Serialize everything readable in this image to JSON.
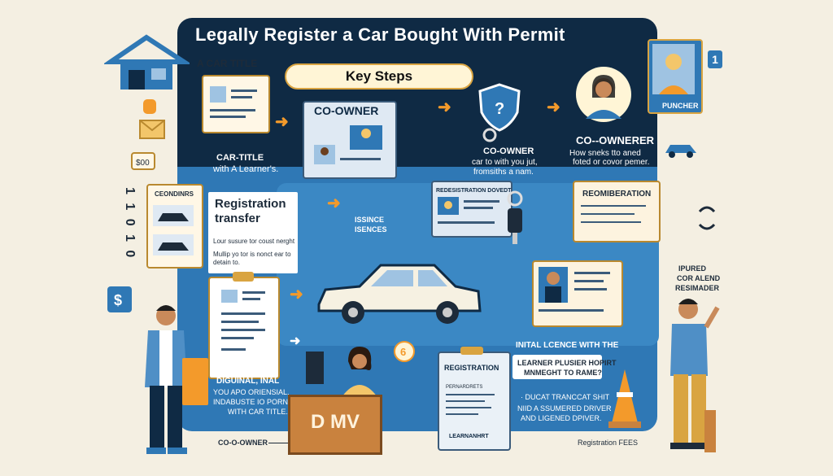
{
  "title": "Legally Register a Car Bought With Permit",
  "subtitle": "Key Steps",
  "labels": {
    "car_title_header": "A CAR TITLE",
    "car_title_caption_1": "CAR-TITLE",
    "car_title_caption_2": "with A Learner's.",
    "co_owner_card": "CO-OWNER",
    "co_owner_caption_1": "CO-OWNER",
    "co_owner_caption_2": "car to with you jut,",
    "co_owner_caption_3": "fromsiths a nam.",
    "co_ownerer_title": "CO--OWNERER",
    "co_ownerer_text_1": "How sneks tto aned",
    "co_ownerer_text_2": "foted or covor pemer.",
    "puncher": "PUNCHER",
    "number_one": "1",
    "conditions_card": "CEONDINRS",
    "registration_transfer_1": "Registration",
    "registration_transfer_2": "transfer",
    "reg_transfer_text_1": "Lour susure tor coust nerght",
    "reg_transfer_text_2": "Mullip yo tor is nonct ear to",
    "reg_transfer_text_3": "detain to.",
    "issince_1": "ISSINCE",
    "issince_2": "ISENCES",
    "reg_doc_card": "REDESISTRATION DOVEDT",
    "reimbursement": "REOMIBERATION",
    "insured_1": "IPURED",
    "insured_2": "COR ALEND",
    "insured_3": "RESIMADER",
    "original_1": "DIGUINAL, INAL",
    "original_2": "YOU APO ORIENSIAL,",
    "original_3": "INDABUSTE IO PORNI",
    "original_4": "WITH CAR TITLE.",
    "registration_clip": "REGISTRATION",
    "registration_clip_sub": "PERNARDRETS",
    "learner_card": "LEARNANHRT",
    "initial_licence": "INITAL LCENCE WITH THE",
    "learner_permit_1": "LEARNER PLUSIER HOPIRT",
    "learner_permit_2": "MNMEGHT TO RAME?",
    "ducat_1": "· DUCAT TRANCCAT SHIT",
    "ducat_2": "NIID A SSUMERED DRIVER",
    "ducat_3": "AND LIGENED DPIVER.",
    "dmv": "D MV",
    "co_owner_bottom": "CO-O-OWNER",
    "registration_fees": "Registration FEES",
    "side_digits": "1 1 0 1 0"
  },
  "colors": {
    "background": "#f4efe2",
    "dark_navy": "#0f2a44",
    "blue": "#2f78b5",
    "orange": "#f39a2b",
    "gold": "#d9a441"
  }
}
